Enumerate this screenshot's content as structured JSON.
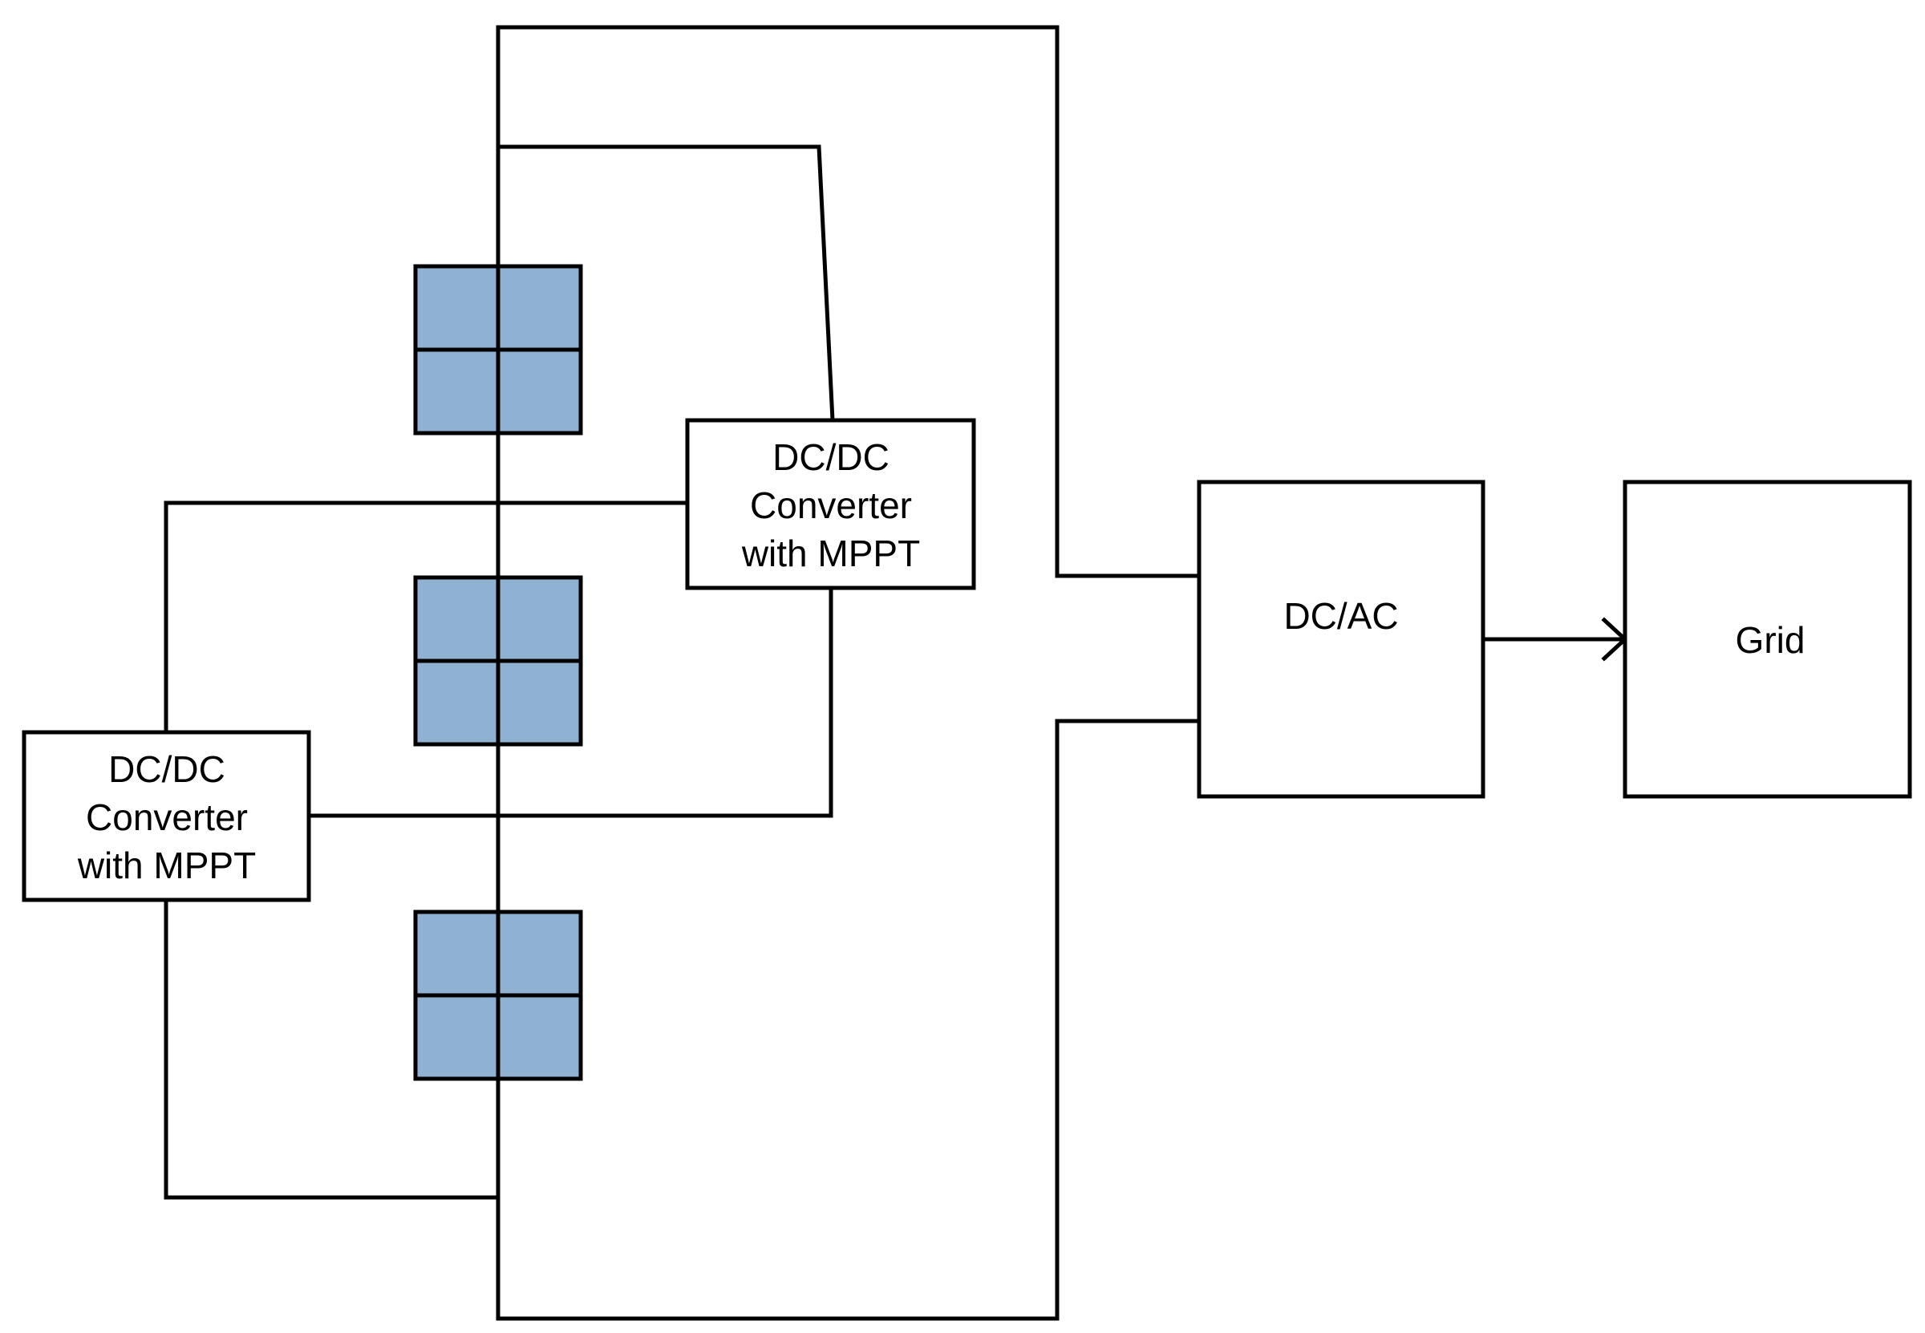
{
  "colors": {
    "panel_fill": "#8fb2d3",
    "stroke": "#000000",
    "box_fill": "#ffffff"
  },
  "panels": {
    "count": 3,
    "icon": "solar-panel-icon"
  },
  "converter_top": {
    "line1": "DC/DC",
    "line2": "Converter",
    "line3": "with MPPT"
  },
  "converter_left": {
    "line1": "DC/DC",
    "line2": "Converter",
    "line3": "with MPPT"
  },
  "inverter": {
    "label": "DC/AC"
  },
  "grid": {
    "label": "Grid"
  }
}
